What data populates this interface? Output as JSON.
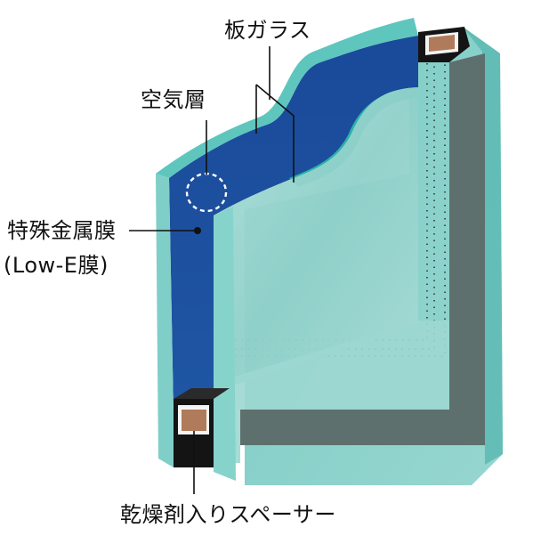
{
  "labels": {
    "glass_sheet": "板ガラス",
    "air_layer": "空気層",
    "metal_film_line1": "特殊金属膜",
    "metal_film_line2": "(Low-E膜)",
    "spacer": "乾燥剤入りスペーサー"
  },
  "colors": {
    "glass_light": "#9fd9d3",
    "glass_mid": "#6cc5c0",
    "glass_edge": "#48b2ad",
    "low_e_coating": "#1e4f9c",
    "spacer_metal": "#141414",
    "desiccant": "#b07b5a",
    "frame_shadow": "#5d6e6b",
    "line": "#111111"
  }
}
